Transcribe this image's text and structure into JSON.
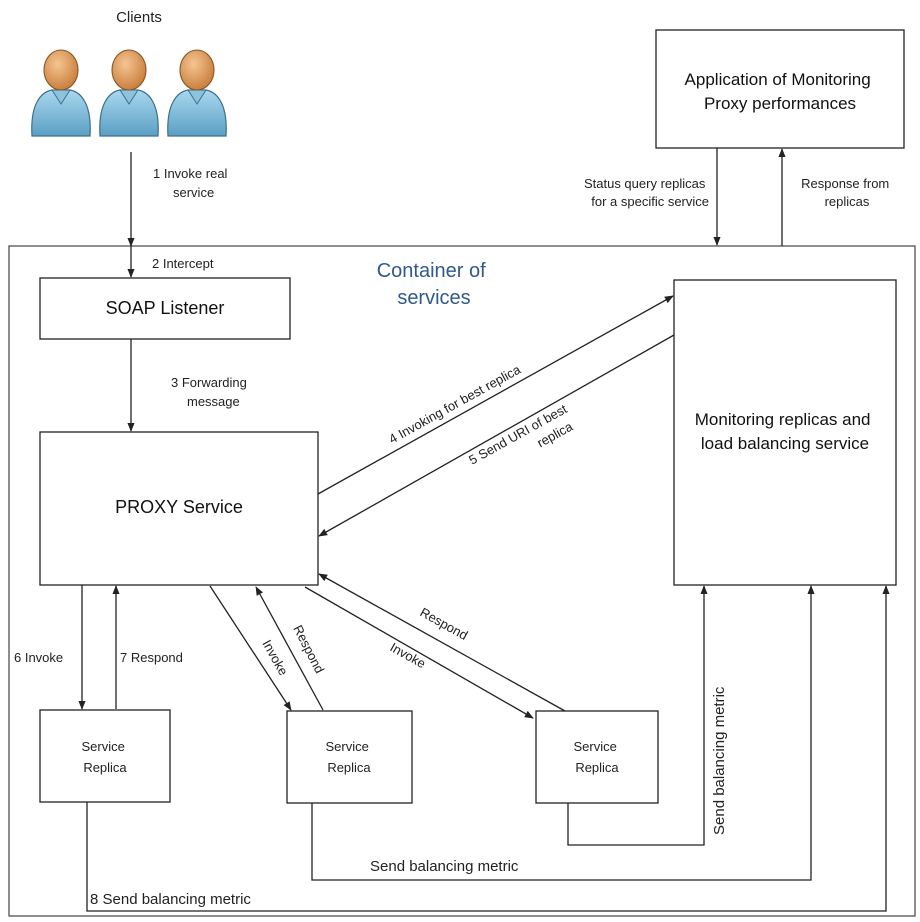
{
  "clients_label": "Clients",
  "container_label": [
    "Container of",
    "services"
  ],
  "boxes": {
    "monitoring_app": [
      "Application of Monitoring",
      "Proxy performances"
    ],
    "soap_listener": "SOAP Listener",
    "proxy_service": "PROXY Service",
    "monitoring_service": [
      "Monitoring replicas and",
      "load balancing service"
    ],
    "replica_1": [
      "Service",
      "Replica"
    ],
    "replica_2": [
      "Service",
      "Replica"
    ],
    "replica_3": [
      "Service",
      "Replica"
    ]
  },
  "labels": {
    "step1": [
      "1 Invoke real",
      "service"
    ],
    "step2": "2 Intercept",
    "step3": [
      "3 Forwarding",
      "message"
    ],
    "step4": "4 Invoking for best replica",
    "step5": [
      "5 Send URI of best",
      "replica"
    ],
    "step6": "6 Invoke",
    "step7": "7 Respond",
    "step8": "8 Send balancing metric",
    "status_query": [
      "Status query replicas",
      "for a specific service"
    ],
    "response_replicas": [
      "Response from",
      "replicas"
    ],
    "invoke_2": "Invoke",
    "respond_2": "Respond",
    "invoke_3": "Invoke",
    "respond_3": "Respond",
    "send_metric_replica2": "Send balancing metric",
    "send_metric_replica3": "Send balancing metric"
  }
}
